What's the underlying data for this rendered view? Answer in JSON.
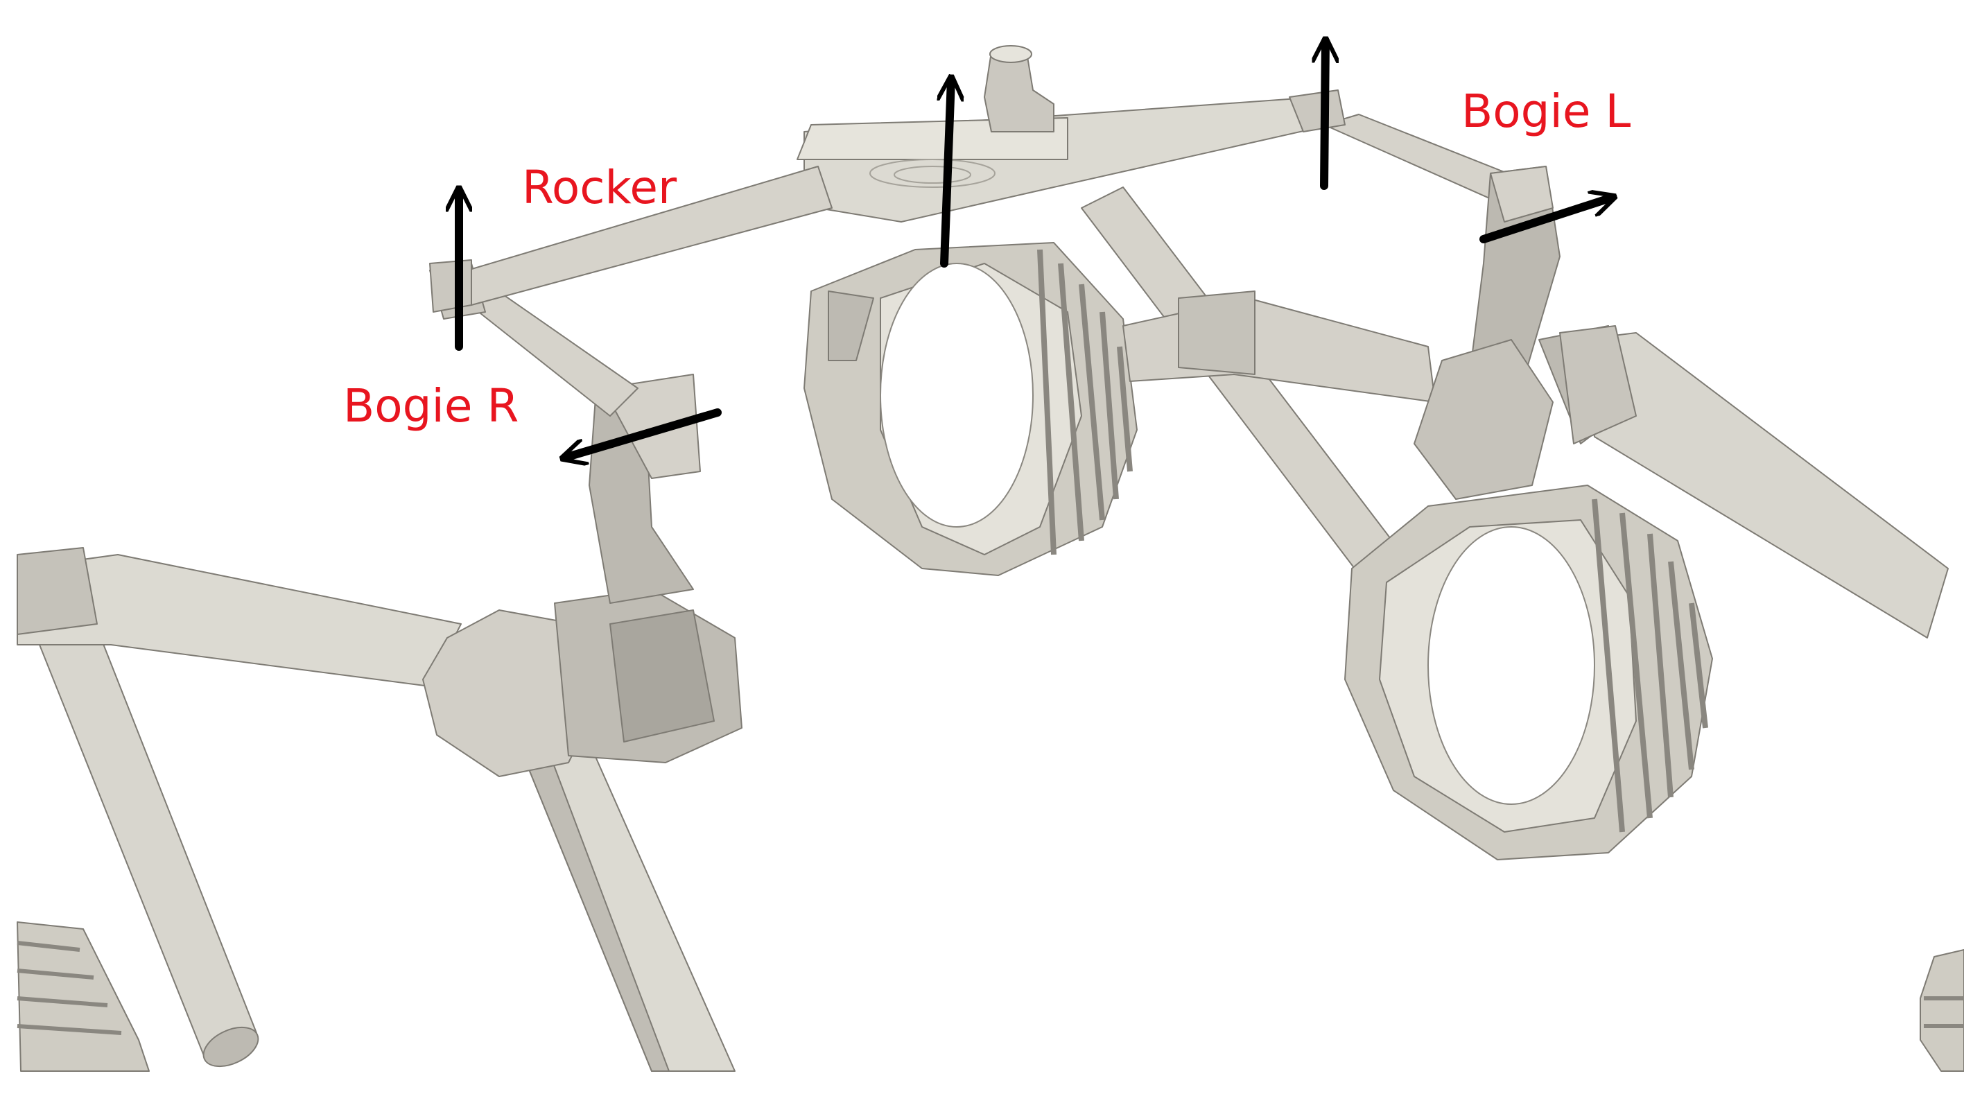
{
  "labels": {
    "rocker": "Rocker",
    "bogie_l": "Bogie L",
    "bogie_r": "Bogie R"
  },
  "colors": {
    "background": "#ffffff",
    "label": "#e8151f",
    "arrow": "#000000",
    "part_light": "#e6e4dc",
    "part_mid": "#cfccc3",
    "part_dark": "#a6a39b",
    "part_shadow": "#8a8780",
    "edge": "#7e7b74"
  },
  "arrows": [
    "rocker-left-up",
    "rocker-center-up",
    "rocker-right-up",
    "bogie-r-axis",
    "bogie-l-axis"
  ]
}
